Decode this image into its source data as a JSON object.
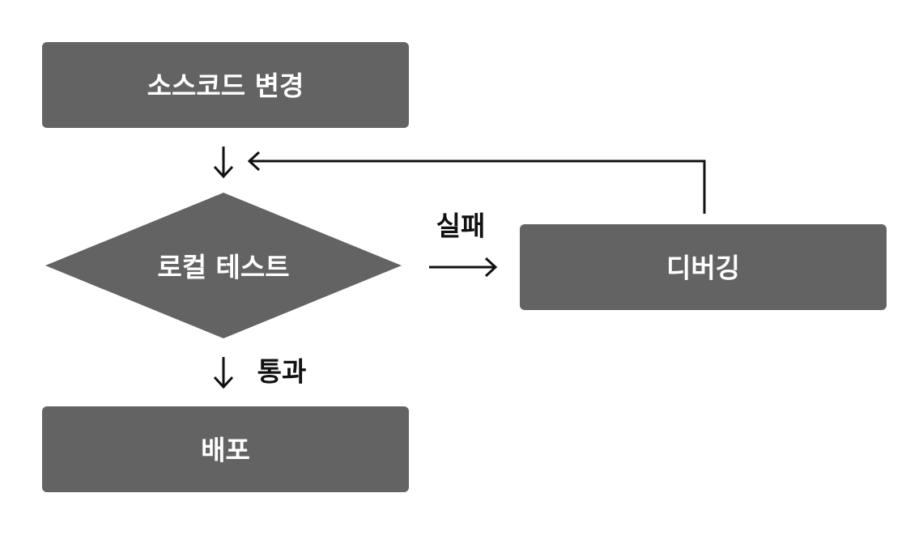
{
  "diagram": {
    "nodes": {
      "change_source": {
        "label": "소스코드 변경",
        "shape": "rectangle"
      },
      "local_test": {
        "label": "로컬 테스트",
        "shape": "diamond"
      },
      "debugging": {
        "label": "디버깅",
        "shape": "rectangle"
      },
      "deploy": {
        "label": "배포",
        "shape": "rectangle"
      }
    },
    "edges": {
      "fail": {
        "from": "local_test",
        "to": "debugging",
        "label": "실패"
      },
      "pass": {
        "from": "local_test",
        "to": "deploy",
        "label": "통과"
      },
      "retry": {
        "from": "debugging",
        "to": "local_test",
        "label": ""
      },
      "start": {
        "from": "change_source",
        "to": "local_test",
        "label": ""
      }
    },
    "colors": {
      "node_fill": "#636363",
      "node_text": "#ffffff",
      "edge": "#111111"
    }
  }
}
